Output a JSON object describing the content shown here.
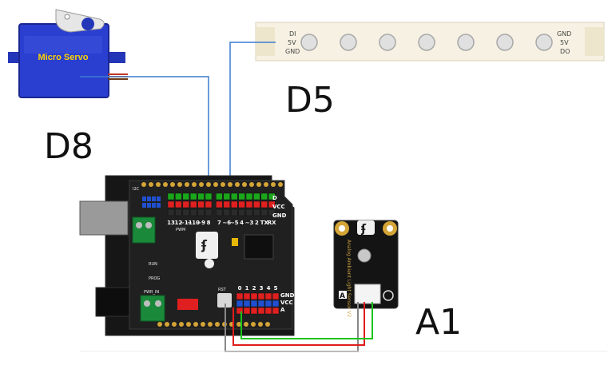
{
  "labels": {
    "servo_pin": "D8",
    "strip_pin": "D5",
    "sensor_pin": "A1"
  },
  "servo": {
    "title": "Micro Servo"
  },
  "led_strip": {
    "input_pins": [
      "DI",
      "5V",
      "GND"
    ],
    "output_pins": [
      "GND",
      "5V",
      "DO"
    ],
    "led_count": 7
  },
  "sensor": {
    "name": "Analog Ambient Light Sensor V2",
    "tag": "A"
  },
  "shield": {
    "digital_row_labels": [
      "13",
      "12",
      "~11",
      "~10",
      "~9",
      "8",
      "7",
      "~6",
      "~5",
      "4",
      "~3",
      "2",
      "TX",
      "RX"
    ],
    "analog_row_labels": [
      "0",
      "1",
      "2",
      "3",
      "4",
      "5"
    ],
    "rail_labels": [
      "D",
      "VCC",
      "GND"
    ],
    "analog_rail_labels": [
      "GND",
      "VCC",
      "A"
    ],
    "misc": {
      "i2c": "I2C",
      "pwm": "PWM",
      "run": "RUN",
      "prog": "PROG",
      "rst": "RST",
      "pwr_in": "PWR_IN"
    }
  },
  "colors": {
    "servo_blue": "#2436b8",
    "wire_blue": "#3a7dd0",
    "wire_red": "#e01b1b",
    "wire_green": "#1bc41b",
    "wire_gray": "#888888",
    "board_black": "#1a1a1a",
    "header_green": "#1aa81a",
    "header_red": "#e02020",
    "header_blue": "#2050d0",
    "gold": "#d4a536"
  }
}
